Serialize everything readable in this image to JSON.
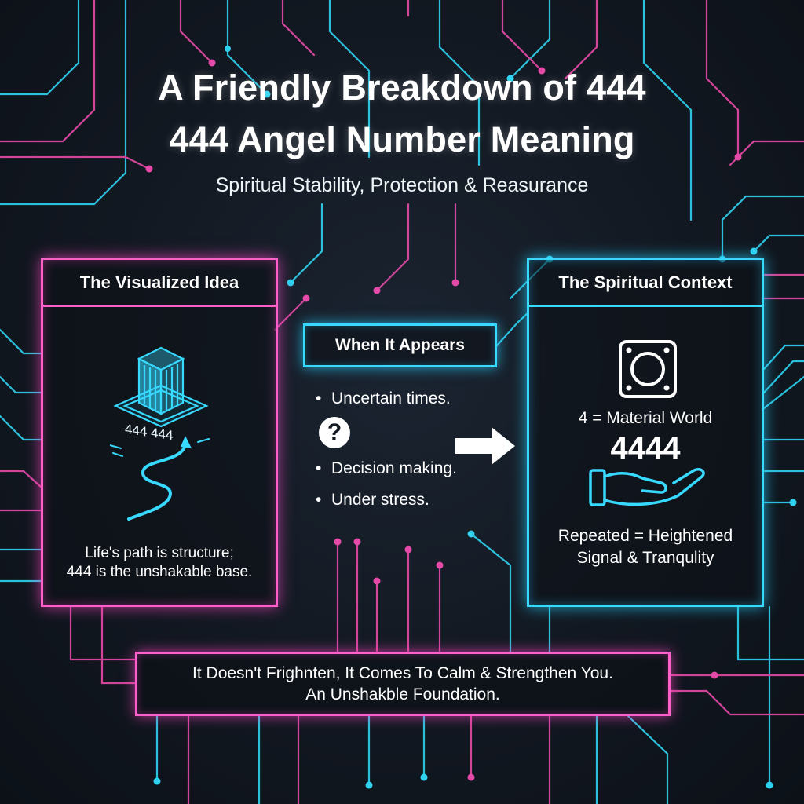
{
  "header": {
    "title_line1": "A Friendly Breakdown of 444",
    "title_line2": "444 Angel Number Meaning",
    "subtitle": "Spiritual Stability, Protection & Reasurance"
  },
  "left_panel": {
    "heading": "The Visualized Idea",
    "illustration_label": "444 444",
    "caption_line1": "Life's path is structure;",
    "caption_line2": "444 is the unshakable base."
  },
  "middle": {
    "heading": "When It Appears",
    "bullets": [
      "Uncertain times.",
      "Decision making.",
      "Under stress."
    ],
    "bullet_marker": "•",
    "question_mark": "?"
  },
  "right_panel": {
    "heading": "The Spiritual Context",
    "equation": "4 = Material World",
    "number": "4444",
    "caption_line1": "Repeated = Heightened",
    "caption_line2": "Signal & Tranqulity"
  },
  "footer": {
    "line1": "It Doesn't Frighnten, It Comes To Calm & Strengthen You.",
    "line2": "An Unshakble Foundation."
  },
  "colors": {
    "pink": "#ff5fc9",
    "cyan": "#37d9ff",
    "background": "#121821"
  },
  "icons": [
    "building-icon",
    "path-icon",
    "question-icon",
    "arrow-right-icon",
    "square-ring-icon",
    "open-hand-icon"
  ]
}
